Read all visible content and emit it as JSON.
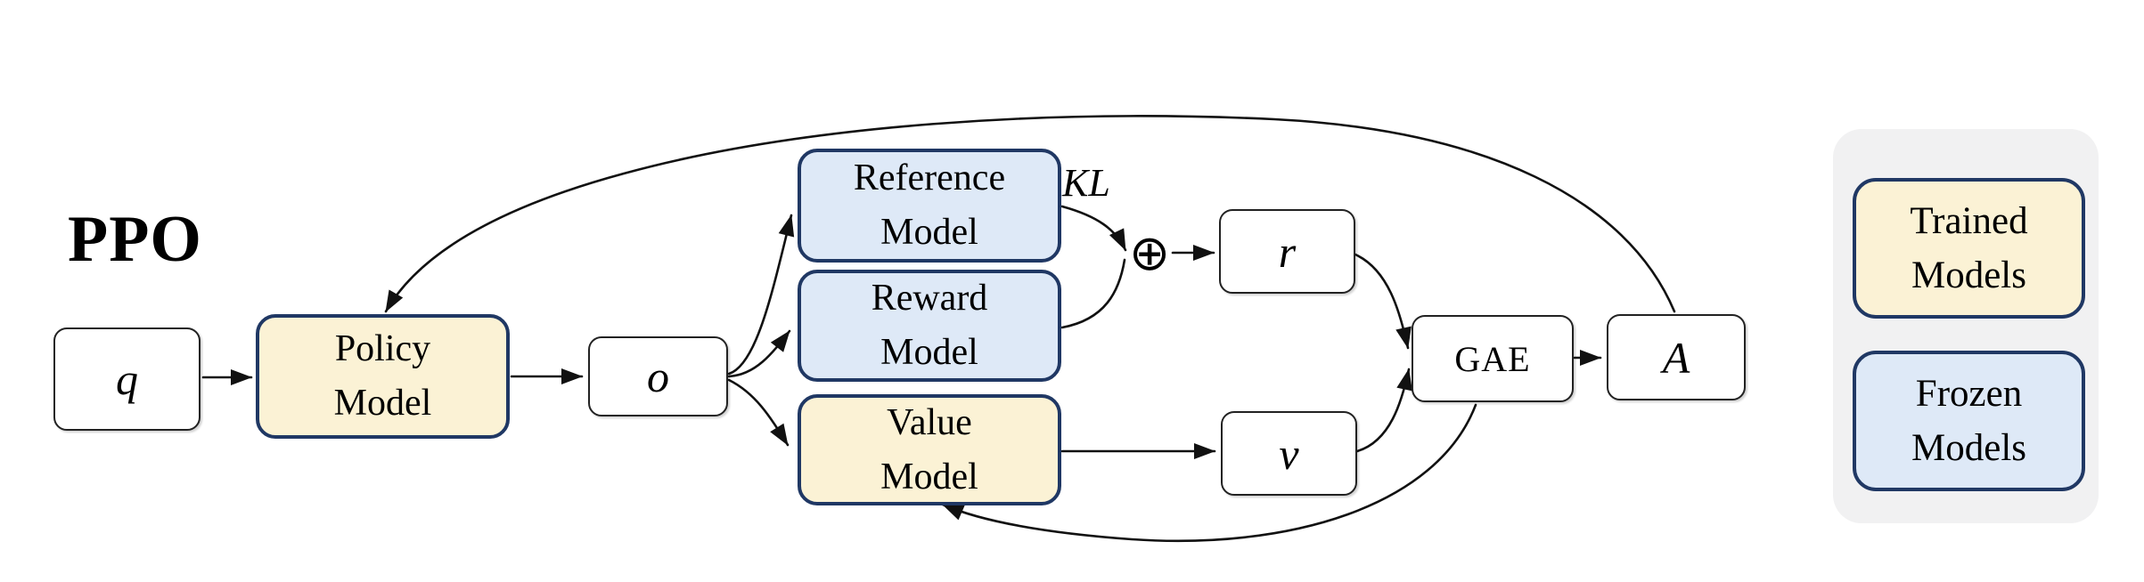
{
  "diagram_title": "PPO",
  "nodes": {
    "q": {
      "label": "q"
    },
    "policy": {
      "label": "Policy Model",
      "role": "trained"
    },
    "o": {
      "label": "o"
    },
    "reference": {
      "label": "Reference Model",
      "role": "frozen"
    },
    "reward": {
      "label": "Reward Model",
      "role": "frozen"
    },
    "value": {
      "label": "Value Model",
      "role": "trained"
    },
    "r": {
      "label": "r"
    },
    "v": {
      "label": "v"
    },
    "gae": {
      "label": "GAE"
    },
    "advantage": {
      "label": "A"
    }
  },
  "edge_labels": {
    "kl": "KL"
  },
  "operators": {
    "merge_icon": "⊕"
  },
  "legend": {
    "trained": {
      "label": "Trained Models"
    },
    "frozen": {
      "label": "Frozen Models"
    }
  },
  "colors": {
    "trained_fill": "#FBF2D5",
    "frozen_fill": "#DEE9F7",
    "model_border": "#203864",
    "plain_border": "#222222",
    "legend_panel": "#F1F1F2",
    "line": "#111111"
  }
}
